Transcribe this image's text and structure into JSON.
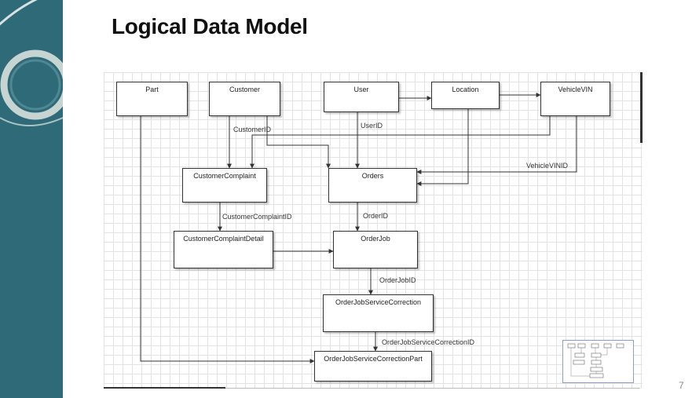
{
  "slide": {
    "title": "Logical Data Model",
    "page_number": "7"
  },
  "entities": {
    "part": "Part",
    "customer": "Customer",
    "user": "User",
    "location": "Location",
    "vehicle_vin": "VehicleVIN",
    "customer_complaint": "CustomerComplaint",
    "orders": "Orders",
    "customer_complaint_detail": "CustomerComplaintDetail",
    "order_job": "OrderJob",
    "order_job_service_correction": "OrderJobServiceCorrection",
    "order_job_service_correction_part": "OrderJobServiceCorrectionPart"
  },
  "relationships": {
    "customer_id": "CustomerID",
    "user_id": "UserID",
    "vehicle_vin_id": "VehicleVINID",
    "customer_complaint_id": "CustomerComplaintID",
    "order_id": "OrderID",
    "order_job_id": "OrderJobID",
    "order_job_service_correction_id": "OrderJobServiceCorrectionID"
  },
  "colors": {
    "sidebar": "#2e6a78",
    "connector": "#333333",
    "minimap_border": "#8aa0c8"
  }
}
